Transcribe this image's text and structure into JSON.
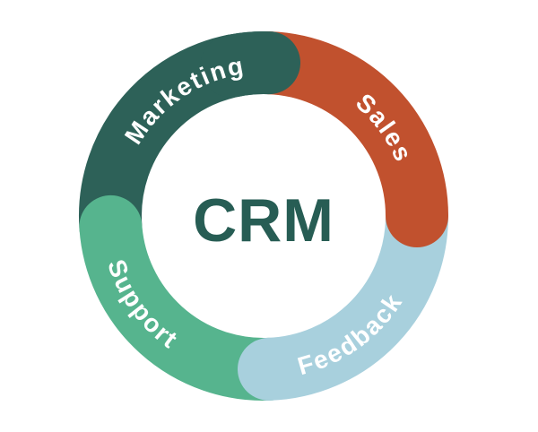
{
  "diagram": {
    "center_label": "CRM",
    "center_color": "#275D54",
    "label_color": "#FFFFFF",
    "background": "#FFFFFF",
    "segments": [
      {
        "label": "Marketing",
        "color": "#2D6158"
      },
      {
        "label": "Sales",
        "color": "#C1512E"
      },
      {
        "label": "Feedback",
        "color": "#A8D0DD"
      },
      {
        "label": "Support",
        "color": "#56B48E"
      }
    ]
  }
}
